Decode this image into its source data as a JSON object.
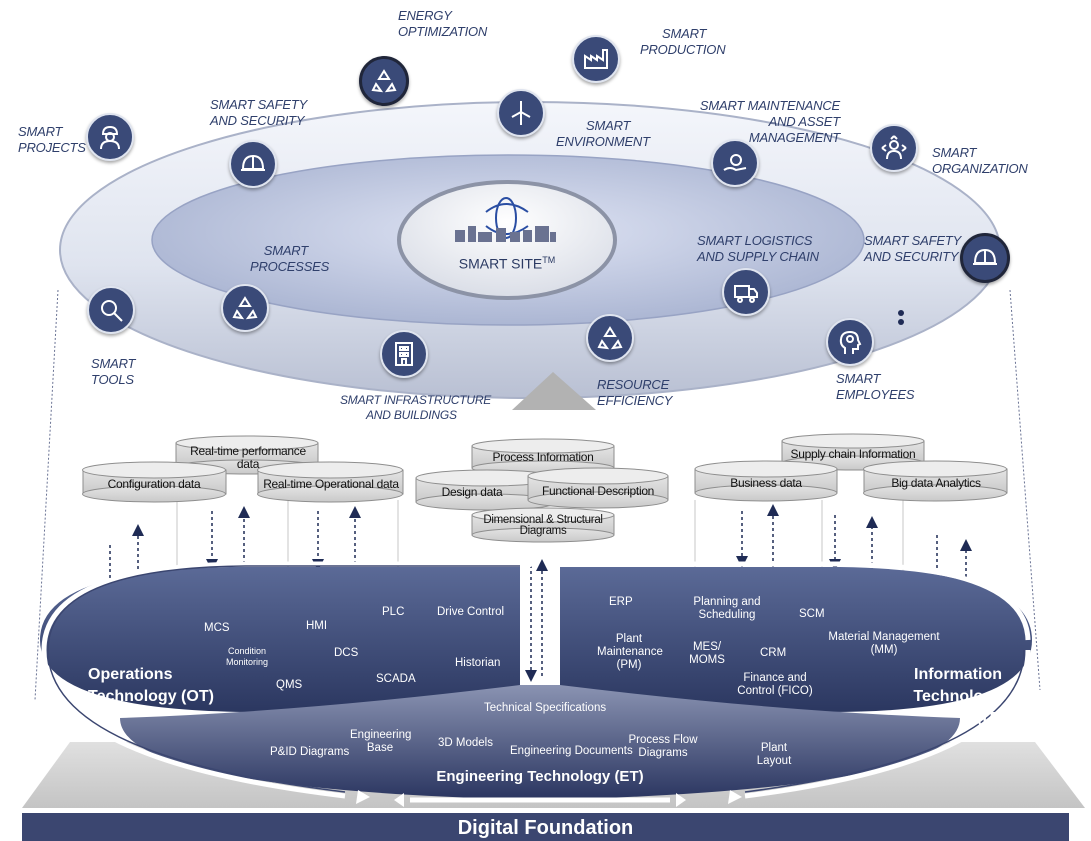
{
  "center": {
    "title": "SMART SITE",
    "superscript": "TM"
  },
  "smart_nodes": [
    {
      "key": "energy",
      "lines": [
        "ENERGY",
        "OPTIMIZATION"
      ]
    },
    {
      "key": "production",
      "lines": [
        "SMART",
        "PRODUCTION"
      ]
    },
    {
      "key": "safety_top",
      "lines": [
        "SMART SAFETY",
        "AND SECURITY"
      ]
    },
    {
      "key": "maintenance",
      "lines": [
        "SMART MAINTENANCE",
        "AND ASSET MANAGEMENT"
      ]
    },
    {
      "key": "projects",
      "lines": [
        "SMART",
        "PROJECTS"
      ]
    },
    {
      "key": "environment",
      "lines": [
        "SMART",
        "ENVIRONMENT"
      ]
    },
    {
      "key": "organization",
      "lines": [
        "SMART",
        "ORGANIZATION"
      ]
    },
    {
      "key": "processes",
      "lines": [
        "SMART",
        "PROCESSES"
      ]
    },
    {
      "key": "logistics",
      "lines": [
        "SMART LOGISTICS",
        "AND SUPPLY CHAIN"
      ]
    },
    {
      "key": "safety_right",
      "lines": [
        "SMART SAFETY",
        "AND SECURITY"
      ]
    },
    {
      "key": "tools",
      "lines": [
        "SMART",
        "TOOLS"
      ]
    },
    {
      "key": "infrastructure",
      "lines": [
        "SMART INFRASTRUCTURE",
        "AND BUILDINGS"
      ]
    },
    {
      "key": "resource",
      "lines": [
        "RESOURCE",
        "EFFICIENCY"
      ]
    },
    {
      "key": "employees",
      "lines": [
        "SMART",
        "EMPLOYEES"
      ]
    }
  ],
  "databases": {
    "realtime_performance": "Real-time performance data",
    "configuration": "Configuration data",
    "realtime_operational": "Real-time Operational data",
    "process_information": "Process Information",
    "design": "Design data",
    "functional_description": "Functional Description",
    "dimensional": "Dimensional & Structural Diagrams",
    "supply_chain": "Supply chain Information",
    "business": "Business data",
    "big_data": "Big data Analytics"
  },
  "ot": {
    "title_line1": "Operations",
    "title_line2": "Technology (OT)",
    "items": {
      "mcs": "MCS",
      "hmi": "HMI",
      "plc": "PLC",
      "drive_control": "Drive Control",
      "condition_monitoring_1": "Condition",
      "condition_monitoring_2": "Monitoring",
      "dcs": "DCS",
      "qms": "QMS",
      "scada": "SCADA",
      "historian": "Historian"
    }
  },
  "it": {
    "title_line1": "Information",
    "title_line2": "Technology (IT)",
    "items": {
      "erp": "ERP",
      "planning_1": "Planning and",
      "planning_2": "Scheduling",
      "scm": "SCM",
      "pm_1": "Plant",
      "pm_2": "Maintenance",
      "pm_3": "(PM)",
      "mes_1": "MES/",
      "mes_2": "MOMS",
      "crm": "CRM",
      "mm_1": "Material Management",
      "mm_2": "(MM)",
      "fico_1": "Finance and",
      "fico_2": "Control (FICO)"
    }
  },
  "et": {
    "title": "Engineering Technology (ET)",
    "items": {
      "tech_specs": "Technical Specifications",
      "pid": "P&ID Diagrams",
      "eng_base_1": "Engineering",
      "eng_base_2": "Base",
      "models_3d": "3D Models",
      "eng_docs": "Engineering Documents",
      "pfd_1": "Process Flow",
      "pfd_2": "Diagrams",
      "layout_1": "Plant",
      "layout_2": "Layout"
    }
  },
  "foundation": "Digital Foundation",
  "colors": {
    "navy": "#2f3d69",
    "node_fill": "#3a4a78",
    "label_text": "#2f3f6b",
    "foundation_bar": "#3b4670"
  }
}
